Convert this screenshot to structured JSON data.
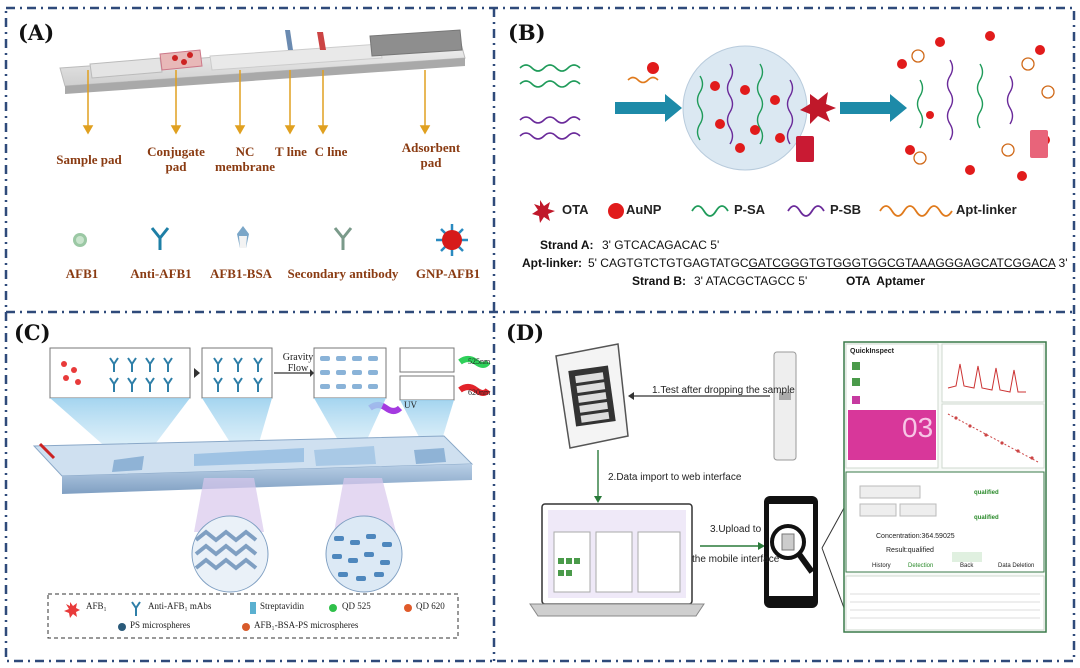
{
  "panels": {
    "a": {
      "label": "(A)",
      "strip_labels": {
        "sample_pad": "Sample pad",
        "conjugate_pad": "Conjugate pad",
        "nc_membrane": "NC membrane",
        "t_line": "T line",
        "c_line": "C line",
        "adsorbent_pad": "Adsorbent pad"
      },
      "legend": [
        "AFB1",
        "Anti-AFB1",
        "AFB1-BSA",
        "Secondary antibody",
        "GNP-AFB1"
      ]
    },
    "b": {
      "label": "(B)",
      "legend": [
        "OTA",
        "AuNP",
        "P-SA",
        "P-SB",
        "Apt-linker"
      ],
      "strand_a_label": "Strand A:",
      "strand_a_seq": "3' GTCACAGACAC 5'",
      "apt_linker_label": "Apt-linker:",
      "apt_linker_prefix": "5' CAGTGTCTGTGAGTATGC",
      "apt_linker_aptamer": "GATCGGGTGTGGGTGGCGTAAAGGGAGCATCGGACA",
      "apt_linker_suffix": " 3'",
      "strand_b_label": "Strand B:",
      "strand_b_seq": "3' ATACGCTAGCC 5'",
      "aptamer_label": "OTA  Aptamer"
    },
    "c": {
      "label": "(C)",
      "gravity_flow": "Gravity Flow",
      "uv": "UV",
      "wl_525": "525nm",
      "wl_620": "620nm",
      "legend": [
        "AFB₁",
        "Anti-AFB₁ mAbs",
        "Streptavidin",
        "QD 525",
        "QD 620",
        "PS microspheres",
        "AFB₁-BSA-PS microspheres"
      ]
    },
    "d": {
      "label": "(D)",
      "step1": "1.Test after dropping the sample",
      "step2": "2.Data import to web interface",
      "step3a": "3.Upload to",
      "step3b": "the mobile interface",
      "ui_title": "QuickInspect",
      "concentration": "Concentration:364.59025",
      "result": "Result:qualified",
      "tabs": [
        "History",
        "Detection",
        "Back",
        "Data Deletion"
      ],
      "qualified": "qualified",
      "big_number": "03"
    }
  },
  "colors": {
    "border": "#2f4a7a",
    "brown": "#8a3b12",
    "arrow_teal": "#1d8aa8",
    "otared": "#c0182a",
    "aunp": "#e11b1b",
    "psa": "#1f9b5a",
    "psb": "#6a2a9a",
    "apt": "#e07a1c"
  }
}
